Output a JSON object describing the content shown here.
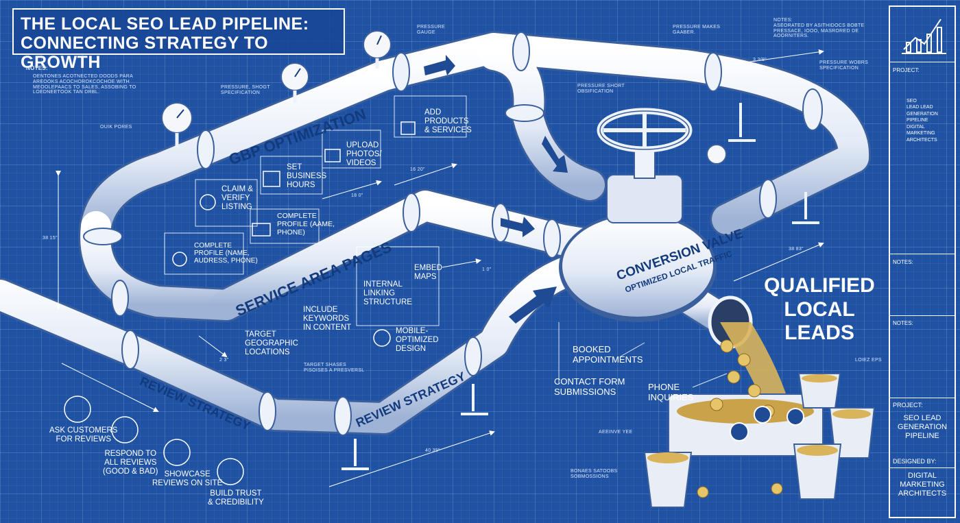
{
  "title": "THE LOCAL SEO LEAD PIPELINE:\nCONNECTING STRATEGY TO GROWTH",
  "notes_heading": "NOTES:",
  "notes_body": "OENTONES ACOTNECTED DOODS PARA\nAREOOKS ACOCHOROKCOCHOE WITH\nMEOOLEPAACS TO SALES, ASSOBING TO\nLOEDNEETOOK TAN DRBL.",
  "notes_top_right": "NOTES:\nASEORATED BY ASITHIDOCS BOBTE\nPRESSACE, IOOO, MASRORED DE\nAOORNITERS.",
  "pressure_gauge": "PRESSURE\nGAUGE",
  "pressure_makes": "PRESSURE MAKES\nGAABER.",
  "pressure_spec_right": "PRESSURE WOBRS\nSPECIFICATION",
  "pressure_spec_left": "PRESSURE, SHOGT\nSPECIFICATION",
  "pressure_short": "PRESSURE SHORT\nOBSIFICATION",
  "ouik_pores": "OUIK PORES",
  "dim": {
    "d1": "3 3/8\"",
    "d2": "16 20\"",
    "d3": "18 0\"",
    "d4": "38 83\"",
    "d5": "1 0\"",
    "d6": "38 15\"",
    "d7": "2 3\"",
    "d8": "40 35\""
  },
  "pipes": {
    "gbp": "GBP OPTIMIZATION",
    "service": "SERVICE AREA PAGES",
    "review_left": "REVIEW STRATEGY",
    "review_mid": "REVIEW STRATEGY",
    "valve": "CONVERSION VALVE",
    "valve_sub": "OPTIMIZED LOCAL TRAFFIC"
  },
  "gbp_items": {
    "add_products": "ADD\nPRODUCTS\n& SERVICES",
    "upload": "UPLOAD\nPHOTOS/\nVIDEOS",
    "hours": "SET\nBUSINESS\nHOURS",
    "claim": "CLAIM &\nVERIFY\nLISTING",
    "profile1": "COMPLETE\nPROFILE (AAME,\nPHONE)",
    "profile2": "COMPLETE\nPROFILE (NAME,\nAUDRESS, PHONE)"
  },
  "service_items": {
    "embed": "EMBED\nMAPS",
    "linking": "INTERNAL\nLINKING\nSTRUCTURE",
    "keywords": "INCLUDE\nKEYWORDS\nIN CONTENT",
    "geo": "TARGET\nGEOGRAPHIC\nLOCATIONS",
    "mobile": "MOBILE-\nOPTIMIZED\nDESIGN",
    "target_shades": "TARGET SHASES\nPISOISES A PRESVERSL"
  },
  "review_items": {
    "ask": "ASK CUSTOMERS\nFOR REVIEWS",
    "respond": "RESPOND TO\nALL REVIEWS\n(GOOD & BAD)",
    "showcase": "SHOWCASE\nREVIEWS ON SITE",
    "trust": "BUILD TRUST\n& CREDIBILITY"
  },
  "outputs": {
    "booked": "BOOKED\nAPPOINTMENTS",
    "contact": "CONTACT FORM\nSUBMISSIONS",
    "phone": "PHONE\nINQUIRIES",
    "qualified": "QUALIFIED\nLOCAL LEADS",
    "aeeinve": "AEEINVE YEE",
    "bonaes": "BONAES SATOOBS\nSOBMOSSIONS",
    "loiez": "LOIEZ EPS"
  },
  "sidebar": {
    "project": "PROJECT:",
    "list": "SEO\nLEAD LEAD\nGENERATION\nPIPELINE\nDIGITAL\nMARKETING\nARCHITECTS",
    "notes1": "NOTES:",
    "notes2": "NOTES:",
    "project2": "PROJECT:",
    "project_name": "SEO LEAD\nGENERATION\nPIPELINE",
    "designed_by": "DESIGNED BY:",
    "designer": "DIGITAL\nMARKETING\nARCHITECTS"
  },
  "colors": {
    "background": "#1f52a3",
    "pipe": "#f2f5fb",
    "pipe_shadow": "#a9b9d6",
    "pipe_text": "#123a7c",
    "coin": "#d9b45a"
  }
}
